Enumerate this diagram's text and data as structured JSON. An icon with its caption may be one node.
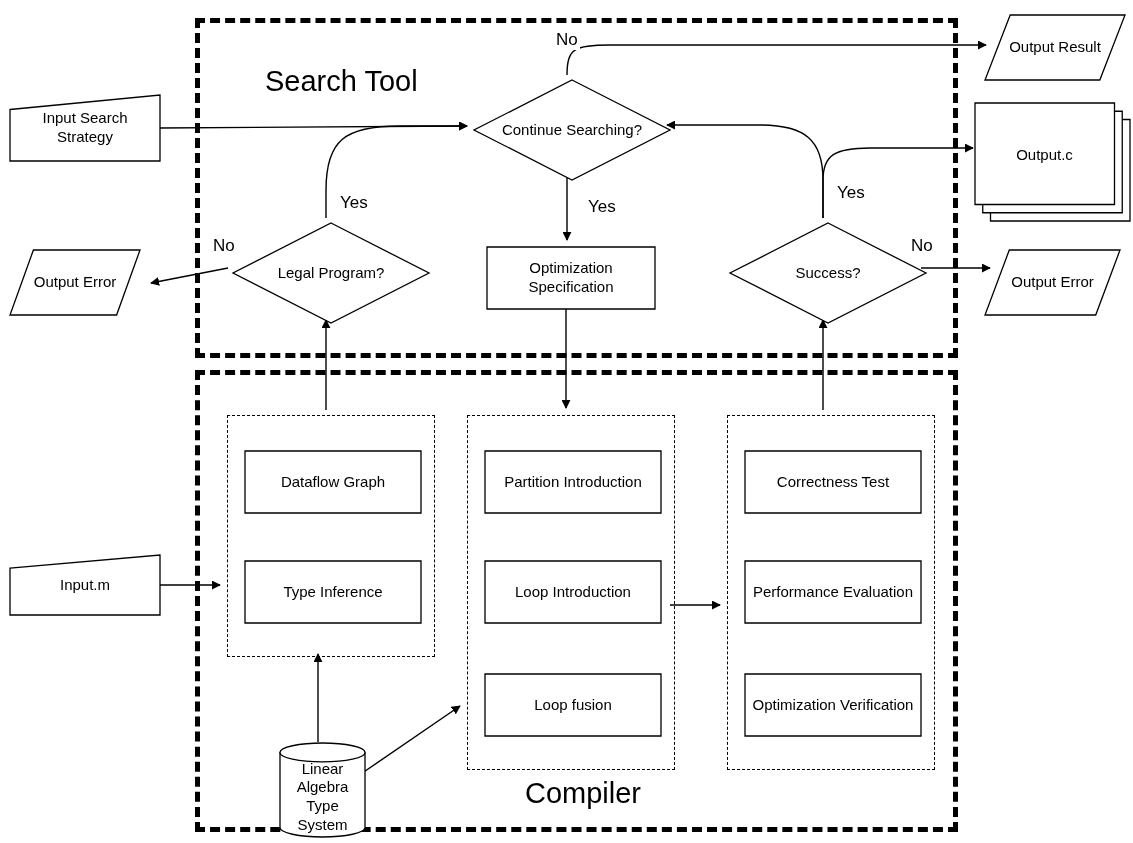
{
  "diagram": {
    "nodes": [
      {
        "text": [
          "Search Tool"
        ]
      },
      {
        "text": [
          "Continue Searching?"
        ],
        "in": 0
      },
      {
        "text": [
          "Legal Program?"
        ],
        "in": 0
      },
      {
        "text": [
          "Optimization Specification"
        ],
        "in": 0
      },
      {
        "text": [
          "Success?"
        ],
        "in": 0
      },
      {
        "text": [
          "Compiler"
        ]
      },
      {
        "text": [],
        "shape": "box",
        "in": 5
      },
      {
        "text": [
          "Dataflow Graph"
        ],
        "in": 6
      },
      {
        "text": [
          "Type Inference"
        ],
        "in": 6
      },
      {
        "text": [],
        "shape": "box",
        "in": 5
      },
      {
        "text": [
          "Partition Introduction"
        ],
        "in": 9
      },
      {
        "text": [
          "Loop Introduction"
        ],
        "in": 9
      },
      {
        "text": [
          "Loop fusion"
        ],
        "in": 9
      },
      {
        "text": [],
        "shape": "box",
        "in": 5
      },
      {
        "text": [
          "Correctness Test"
        ],
        "in": 13
      },
      {
        "text": [
          "Performance Evaluation"
        ],
        "in": 13
      },
      {
        "text": [
          "Optimization Verification"
        ],
        "in": 13
      },
      {
        "text": [
          "Linear Algebra Type System"
        ],
        "in": 5
      },
      {
        "text": [
          "Input Search Strategy"
        ]
      },
      {
        "text": [
          "Output Result"
        ]
      },
      {
        "text": [
          "Output.c"
        ]
      },
      {
        "text": [
          "Output Error"
        ]
      },
      {
        "text": [
          "Output Error"
        ]
      },
      {
        "text": [
          "Input.m"
        ]
      }
    ],
    "edges": [
      {
        "from": 18,
        "to": 1,
        "arrow": "to"
      },
      {
        "from": 2,
        "to": 1,
        "arrow": "to",
        "label": "Yes"
      },
      {
        "from": 1,
        "to": 19,
        "arrow": "to",
        "label": "No"
      },
      {
        "from": 1,
        "to": 3,
        "arrow": "to",
        "label": "Yes"
      },
      {
        "from": 4,
        "to": 1,
        "arrow": "to",
        "label": "Yes"
      },
      {
        "from": 4,
        "to": 20,
        "arrow": "to"
      },
      {
        "from": 2,
        "to": 21,
        "arrow": "to",
        "label": "No"
      },
      {
        "from": 4,
        "to": 22,
        "arrow": "to",
        "label": "No"
      },
      {
        "from": 3,
        "to": 9,
        "arrow": "to"
      },
      {
        "from": 6,
        "to": 2,
        "arrow": "to"
      },
      {
        "from": 13,
        "to": 4,
        "arrow": "to"
      },
      {
        "from": 23,
        "to": 6,
        "arrow": "to"
      },
      {
        "from": 17,
        "to": 6,
        "arrow": "to"
      },
      {
        "from": 17,
        "to": 9,
        "arrow": "to"
      },
      {
        "from": 9,
        "to": 13,
        "arrow": "to"
      }
    ]
  }
}
